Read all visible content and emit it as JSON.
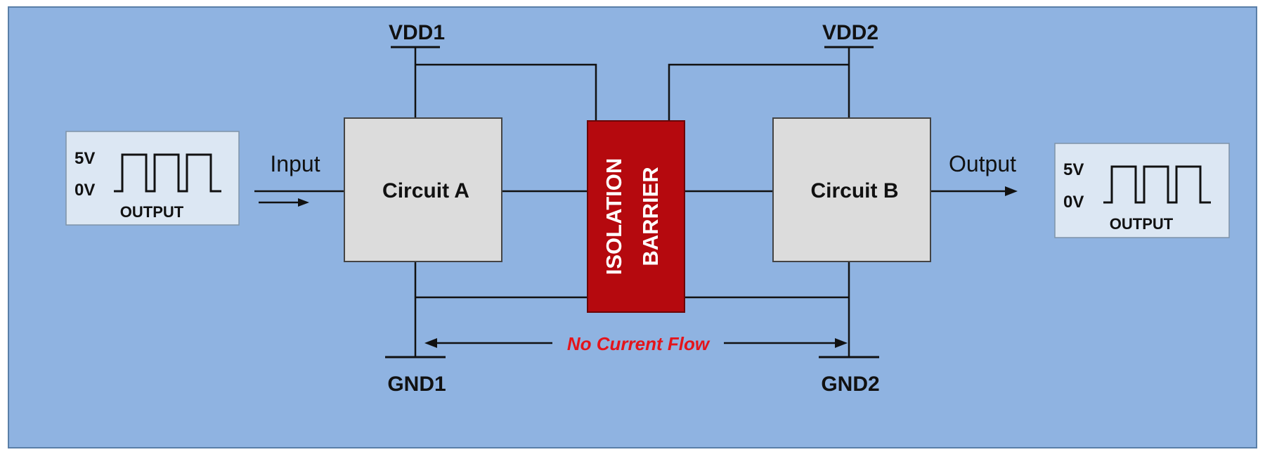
{
  "colors": {
    "background": "#8fb3e1",
    "frame": "#5a7fa8",
    "circuit_fill": "#dcdcdc",
    "signal_box_fill": "#dce7f3",
    "barrier_fill": "#b5090e",
    "barrier_text": "#ffffff",
    "no_current_text": "#e4141b",
    "line": "#111111"
  },
  "power": {
    "vdd1": "VDD1",
    "vdd2": "VDD2",
    "gnd1": "GND1",
    "gnd2": "GND2"
  },
  "circuits": {
    "a": "Circuit A",
    "b": "Circuit B"
  },
  "barrier": {
    "line1": "ISOLATION",
    "line2": "BARRIER"
  },
  "signals": {
    "input_label": "Input",
    "output_label": "Output",
    "left_box": {
      "high": "5V",
      "low": "0V",
      "caption": "OUTPUT"
    },
    "right_box": {
      "high": "5V",
      "low": "0V",
      "caption": "OUTPUT"
    }
  },
  "no_current_flow": "No Current Flow"
}
